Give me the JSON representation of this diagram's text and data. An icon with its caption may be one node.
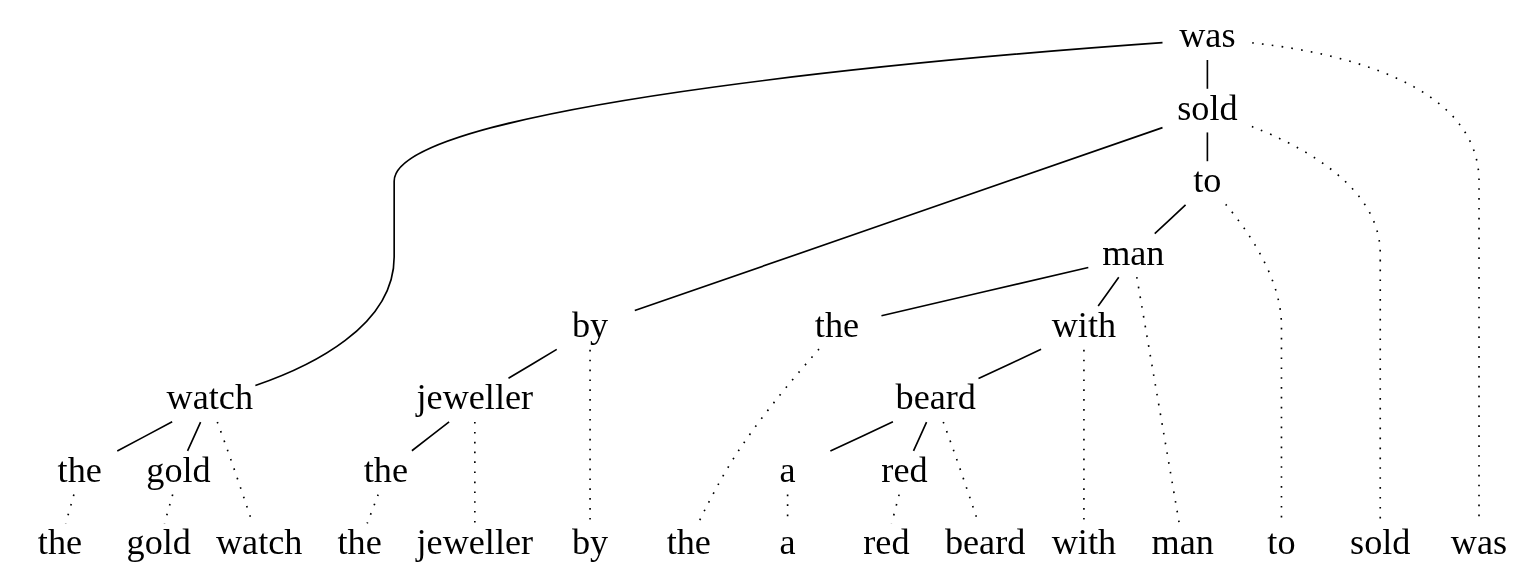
{
  "diagram": {
    "nodes": [
      {
        "text": [
          "was"
        ]
      },
      {
        "text": [
          "watch"
        ]
      },
      {
        "text": [
          "sold"
        ]
      },
      {
        "text": [
          "the"
        ]
      },
      {
        "text": [
          "gold"
        ]
      },
      {
        "text": [
          "by"
        ]
      },
      {
        "text": [
          "to"
        ]
      },
      {
        "text": [
          "jeweller"
        ]
      },
      {
        "text": [
          "man"
        ]
      },
      {
        "text": [
          "the"
        ]
      },
      {
        "text": [
          "the"
        ]
      },
      {
        "text": [
          "with"
        ]
      },
      {
        "text": [
          "beard"
        ]
      },
      {
        "text": [
          "a"
        ]
      },
      {
        "text": [
          "red"
        ]
      },
      {
        "text": [
          "the"
        ]
      },
      {
        "text": [
          "gold"
        ]
      },
      {
        "text": [
          "watch"
        ]
      },
      {
        "text": [
          "was"
        ]
      },
      {
        "text": [
          "sold"
        ]
      },
      {
        "text": [
          "by"
        ]
      },
      {
        "text": [
          "the"
        ]
      },
      {
        "text": [
          "jeweller"
        ]
      },
      {
        "text": [
          "to"
        ]
      },
      {
        "text": [
          "the"
        ]
      },
      {
        "text": [
          "man"
        ]
      },
      {
        "text": [
          "with"
        ]
      },
      {
        "text": [
          "a"
        ]
      },
      {
        "text": [
          "red"
        ]
      },
      {
        "text": [
          "beard"
        ]
      }
    ],
    "edges": [
      {
        "from": 0,
        "to": 1,
        "arrow": "none"
      },
      {
        "from": 0,
        "to": 2,
        "arrow": "none"
      },
      {
        "from": 1,
        "to": 3,
        "arrow": "none"
      },
      {
        "from": 1,
        "to": 4,
        "arrow": "none"
      },
      {
        "from": 2,
        "to": 5,
        "arrow": "none"
      },
      {
        "from": 2,
        "to": 6,
        "arrow": "none"
      },
      {
        "from": 5,
        "to": 7,
        "arrow": "none"
      },
      {
        "from": 6,
        "to": 8,
        "arrow": "none"
      },
      {
        "from": 7,
        "to": 9,
        "arrow": "none"
      },
      {
        "from": 8,
        "to": 10,
        "arrow": "none"
      },
      {
        "from": 8,
        "to": 11,
        "arrow": "none"
      },
      {
        "from": 11,
        "to": 12,
        "arrow": "none"
      },
      {
        "from": 12,
        "to": 13,
        "arrow": "none"
      },
      {
        "from": 12,
        "to": 14,
        "arrow": "none"
      },
      {
        "from": 3,
        "to": 15,
        "arrow": "none",
        "style": "dashed"
      },
      {
        "from": 4,
        "to": 16,
        "arrow": "none",
        "style": "dashed"
      },
      {
        "from": 1,
        "to": 17,
        "arrow": "none",
        "style": "dashed"
      },
      {
        "from": 0,
        "to": 18,
        "arrow": "none",
        "style": "dashed"
      },
      {
        "from": 2,
        "to": 19,
        "arrow": "none",
        "style": "dashed"
      },
      {
        "from": 5,
        "to": 20,
        "arrow": "none",
        "style": "dashed"
      },
      {
        "from": 9,
        "to": 21,
        "arrow": "none",
        "style": "dashed"
      },
      {
        "from": 7,
        "to": 22,
        "arrow": "none",
        "style": "dashed"
      },
      {
        "from": 6,
        "to": 23,
        "arrow": "none",
        "style": "dashed"
      },
      {
        "from": 10,
        "to": 24,
        "arrow": "none",
        "style": "dashed"
      },
      {
        "from": 8,
        "to": 25,
        "arrow": "none",
        "style": "dashed"
      },
      {
        "from": 11,
        "to": 26,
        "arrow": "none",
        "style": "dashed"
      },
      {
        "from": 13,
        "to": 27,
        "arrow": "none",
        "style": "dashed"
      },
      {
        "from": 14,
        "to": 28,
        "arrow": "none",
        "style": "dashed"
      },
      {
        "from": 12,
        "to": 29,
        "arrow": "none",
        "style": "dashed"
      }
    ]
  }
}
